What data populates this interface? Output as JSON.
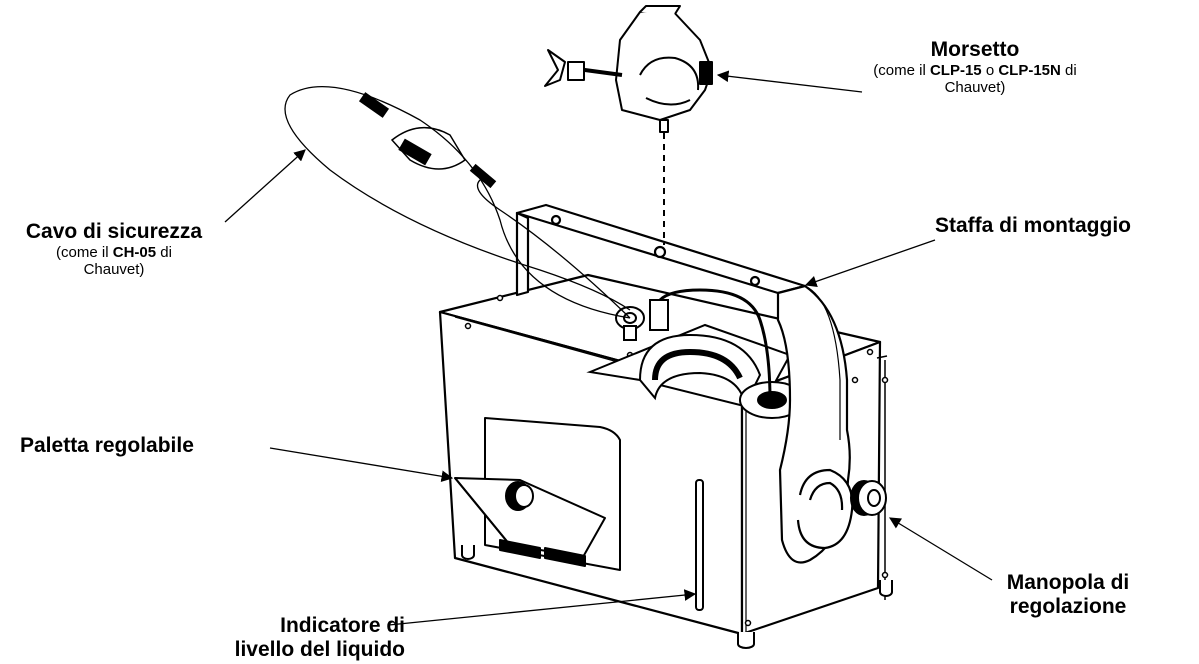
{
  "labels": {
    "morsetto": {
      "title": "Morsetto",
      "sub_1": "(come il ",
      "sub_2": "CLP-15",
      "sub_3": " o ",
      "sub_4": "CLP-15N",
      "sub_5": " di",
      "sub_6": "Chauvet)"
    },
    "cavo": {
      "title": "Cavo di sicurezza",
      "sub_1": "(come il ",
      "sub_2": "CH-05",
      "sub_3": " di",
      "sub_4": "Chauvet)"
    },
    "staffa": {
      "title": "Staffa di montaggio"
    },
    "paletta": {
      "title": "Paletta regolabile"
    },
    "manopola": {
      "line1": "Manopola di",
      "line2": "regolazione"
    },
    "indicatore": {
      "line1": "Indicatore di",
      "line2": "livello del liquido"
    }
  }
}
